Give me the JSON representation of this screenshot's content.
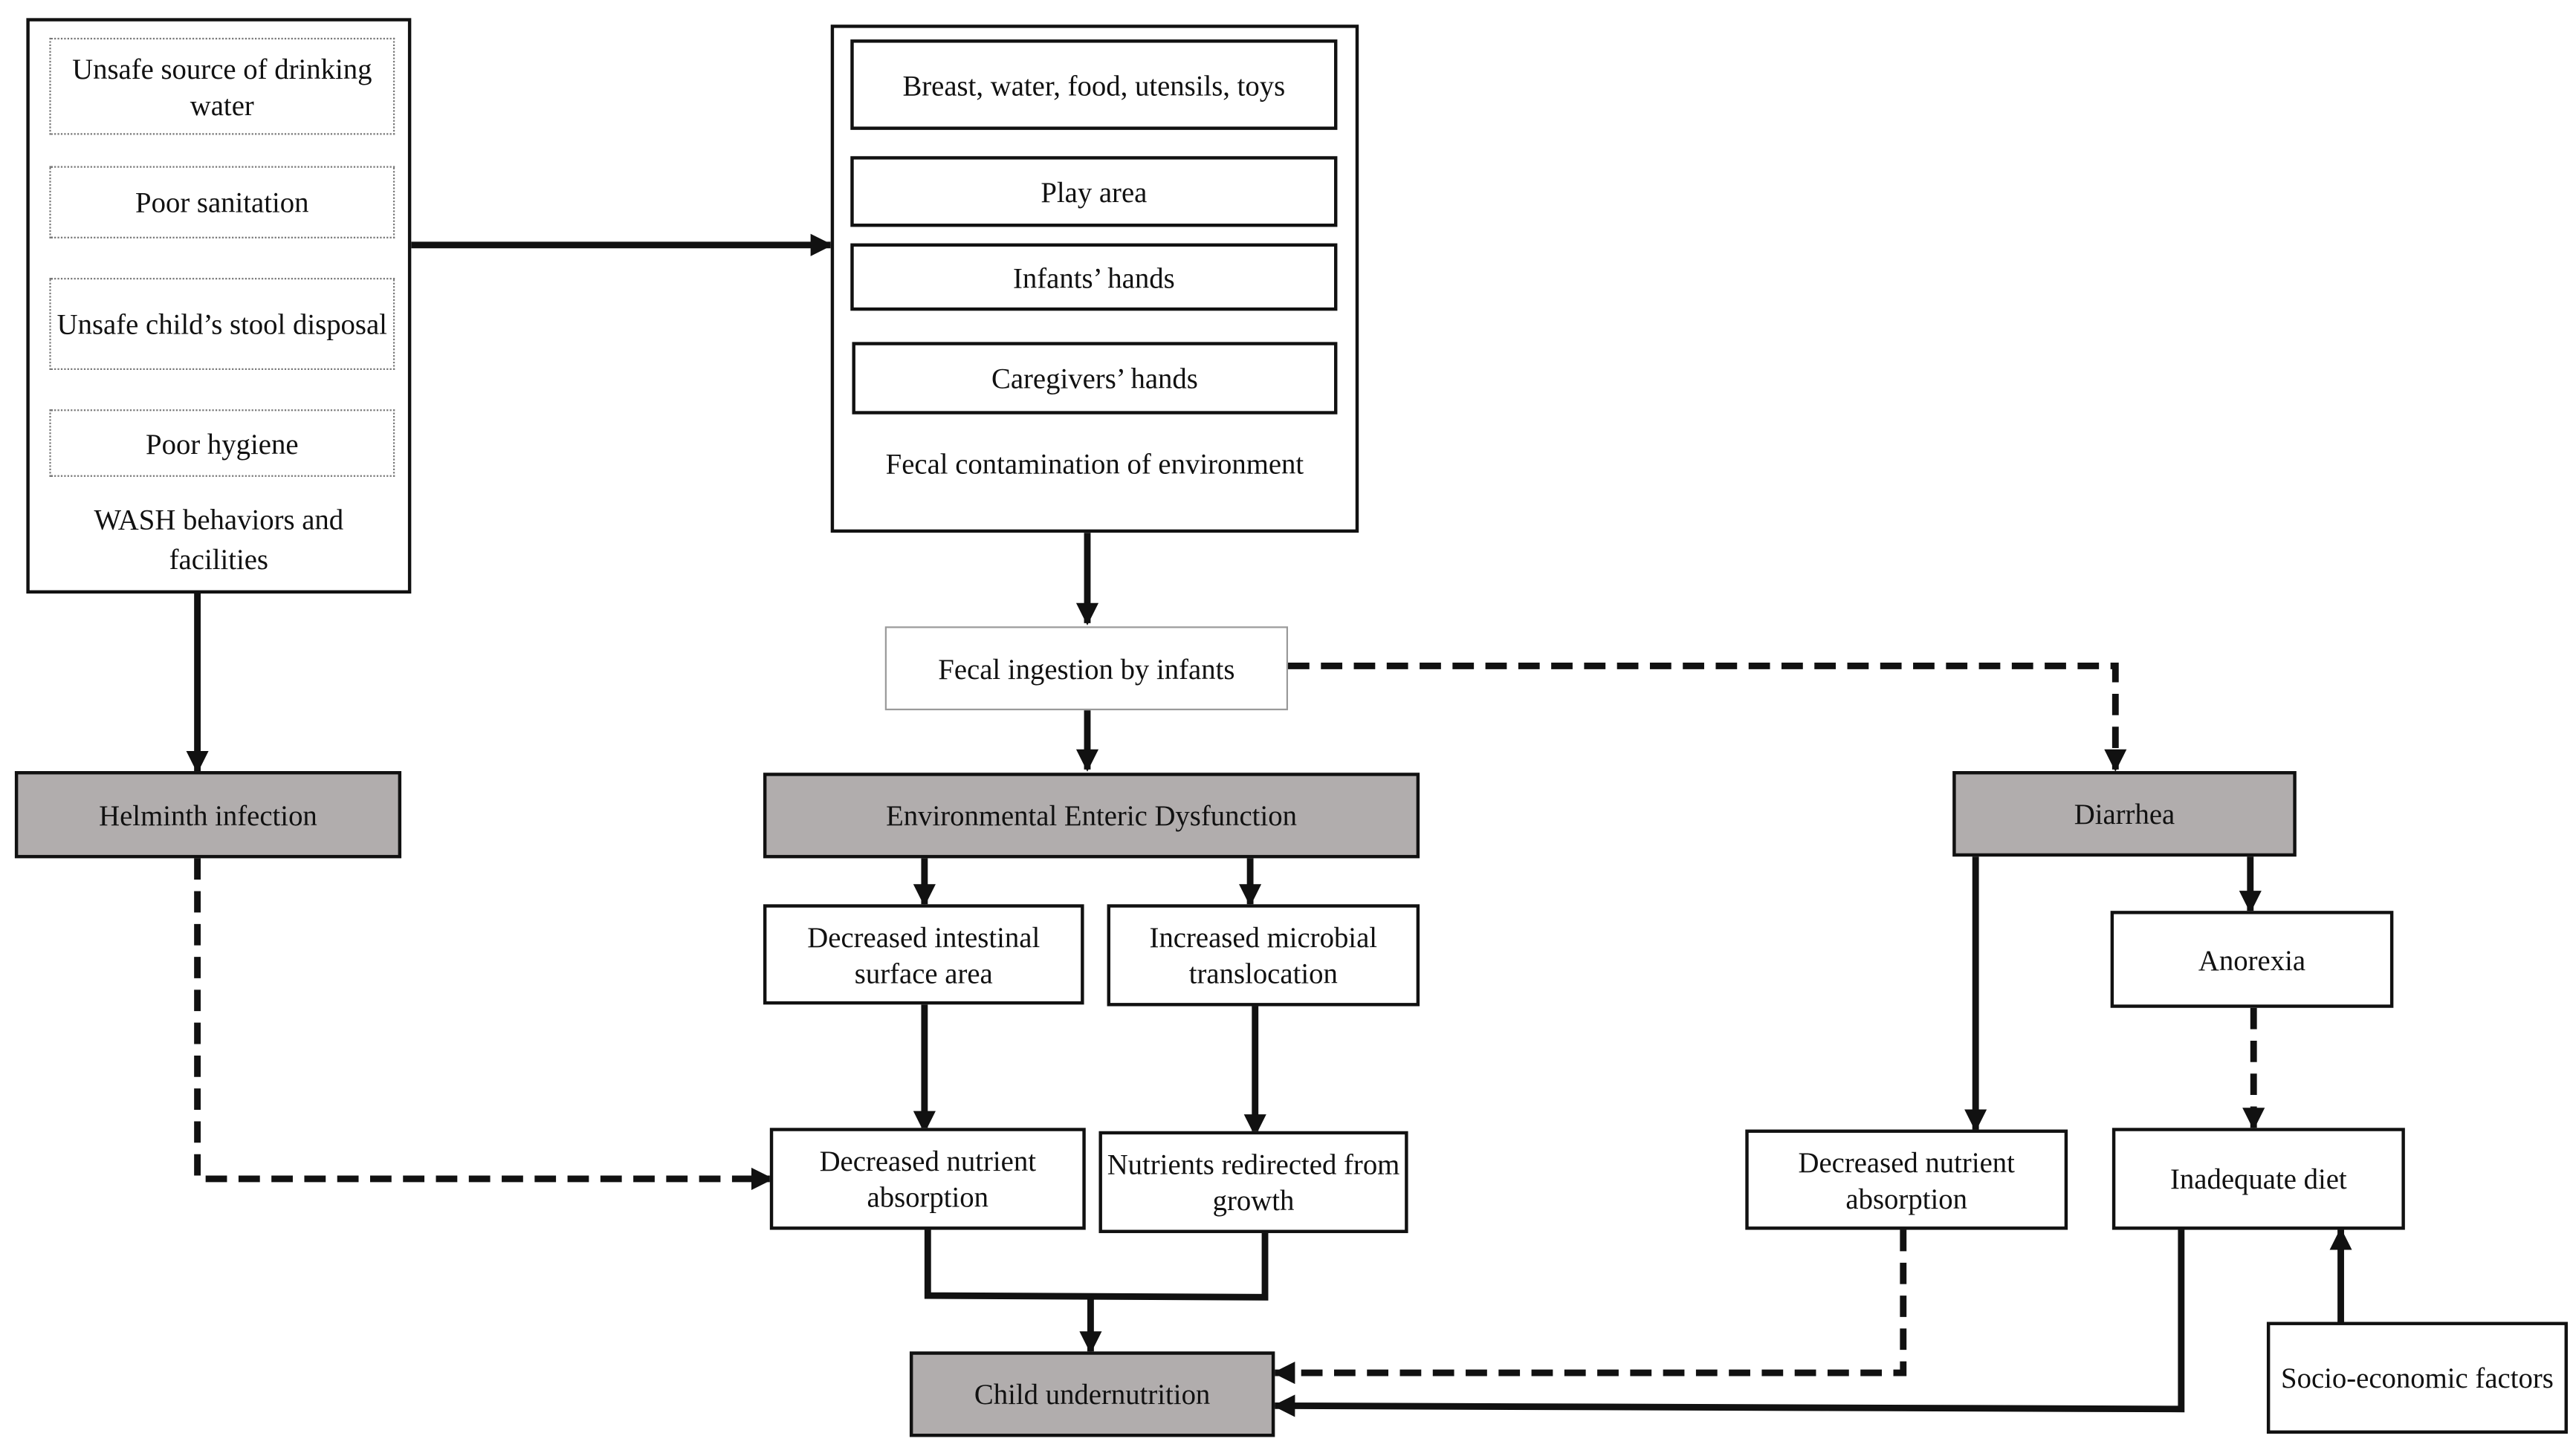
{
  "wash": {
    "items": [
      "Unsafe source of drinking water",
      "Poor sanitation",
      "Unsafe child’s stool disposal",
      "Poor hygiene"
    ],
    "label": "WASH behaviors and facilities"
  },
  "fecal_env": {
    "items": [
      "Breast, water, food, utensils, toys",
      "Play area",
      "Infants’ hands",
      "Caregivers’ hands"
    ],
    "label": "Fecal contamination of environment"
  },
  "nodes": {
    "fecal_ingestion": "Fecal ingestion by infants",
    "helminth": "Helminth infection",
    "eed": "Environmental Enteric Dysfunction",
    "diarrhea": "Diarrhea",
    "dec_surface": "Decreased intestinal surface area",
    "inc_microbial": "Increased microbial translocation",
    "anorexia": "Anorexia",
    "dec_absorption_eed": "Decreased nutrient absorption",
    "nutrients_redirected": "Nutrients redirected from growth",
    "dec_absorption_diarrhea": "Decreased nutrient absorption",
    "inadequate_diet": "Inadequate diet",
    "undernutrition": "Child undernutrition",
    "socio_economic": "Socio-economic factors"
  },
  "colors": {
    "line": "#111111",
    "shaded_box": "#b1adad",
    "dotted_border": "#777777"
  }
}
